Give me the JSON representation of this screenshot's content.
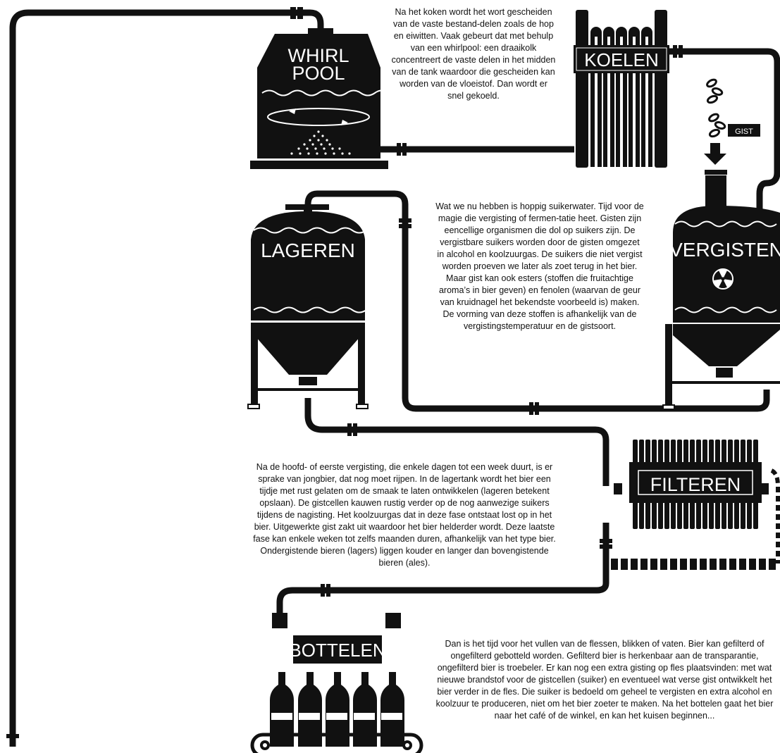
{
  "colors": {
    "ink": "#111111",
    "paper": "#ffffff"
  },
  "steps": {
    "whirlpool": {
      "label_line1": "WHIRL",
      "label_line2": "POOL"
    },
    "koelen": {
      "label": "KOELEN"
    },
    "gist": {
      "label": "GIST"
    },
    "vergisten": {
      "label": "VERGISTEN"
    },
    "lageren": {
      "label": "LAGEREN"
    },
    "filteren": {
      "label": "FILTEREN"
    },
    "bottelen": {
      "label": "BOTTELEN"
    }
  },
  "texts": {
    "whirlpool": "Na het koken wordt het wort gescheiden van de vaste bestand-delen zoals de hop en eiwitten. Vaak gebeurt dat met behulp van een whirlpool: een draaikolk concentreert de vaste delen in het midden van de tank waardoor die gescheiden kan worden van de vloeistof. Dan wordt er snel gekoeld.",
    "vergisten": "Wat we nu hebben is hoppig suikerwater. Tijd voor de magie die vergisting of fermen-tatie heet. Gisten zijn eencellige organismen die dol op suikers zijn. De vergistbare suikers worden door de gisten omgezet in alcohol en koolzuurgas. De suikers die niet vergist worden proeven we later als zoet terug in het bier. Maar gist kan ook esters (stoffen die fruitachtige aroma’s in bier geven) en fenolen (waarvan de geur van kruidnagel het bekendste voorbeeld is) maken. De vorming van deze stoffen is afhankelijk van de vergistingstemperatuur en de gistsoort.",
    "lageren": "Na de hoofd- of eerste vergisting, die enkele dagen tot een week duurt, is er sprake van jongbier, dat nog moet rijpen. In de lagertank wordt het bier een tijdje met rust gelaten om de smaak te laten ontwikkelen (lageren betekent opslaan). De gistcellen kauwen rustig verder op de nog aanwezige suikers tijdens de nagisting. Het koolzuurgas dat in deze fase ontstaat lost op in het bier. Uitgewerkte gist zakt uit waardoor het bier helderder wordt. Deze laatste fase kan enkele weken tot zelfs maanden duren, afhankelijk van het type bier. Ondergistende bieren (lagers) liggen kouder en langer dan bovengistende bieren (ales).",
    "bottelen": "Dan is het tijd voor het vullen van de flessen, blikken of vaten. Bier kan gefilterd of ongefilterd gebotteld worden. Gefilterd bier is herkenbaar aan de transparantie, ongefilterd bier is troebeler. Er kan nog een extra gisting op fles plaatsvinden: met wat nieuwe brandstof voor de gistcellen (suiker) en eventueel wat verse gist ontwikkelt het bier verder in de fles. Die suiker is bedoeld om geheel te vergisten en extra alcohol en koolzuur te produceren, niet om het bier zoeter te maken. Na het bottelen gaat het bier naar het café of de winkel, en kan het kuisen beginnen..."
  }
}
